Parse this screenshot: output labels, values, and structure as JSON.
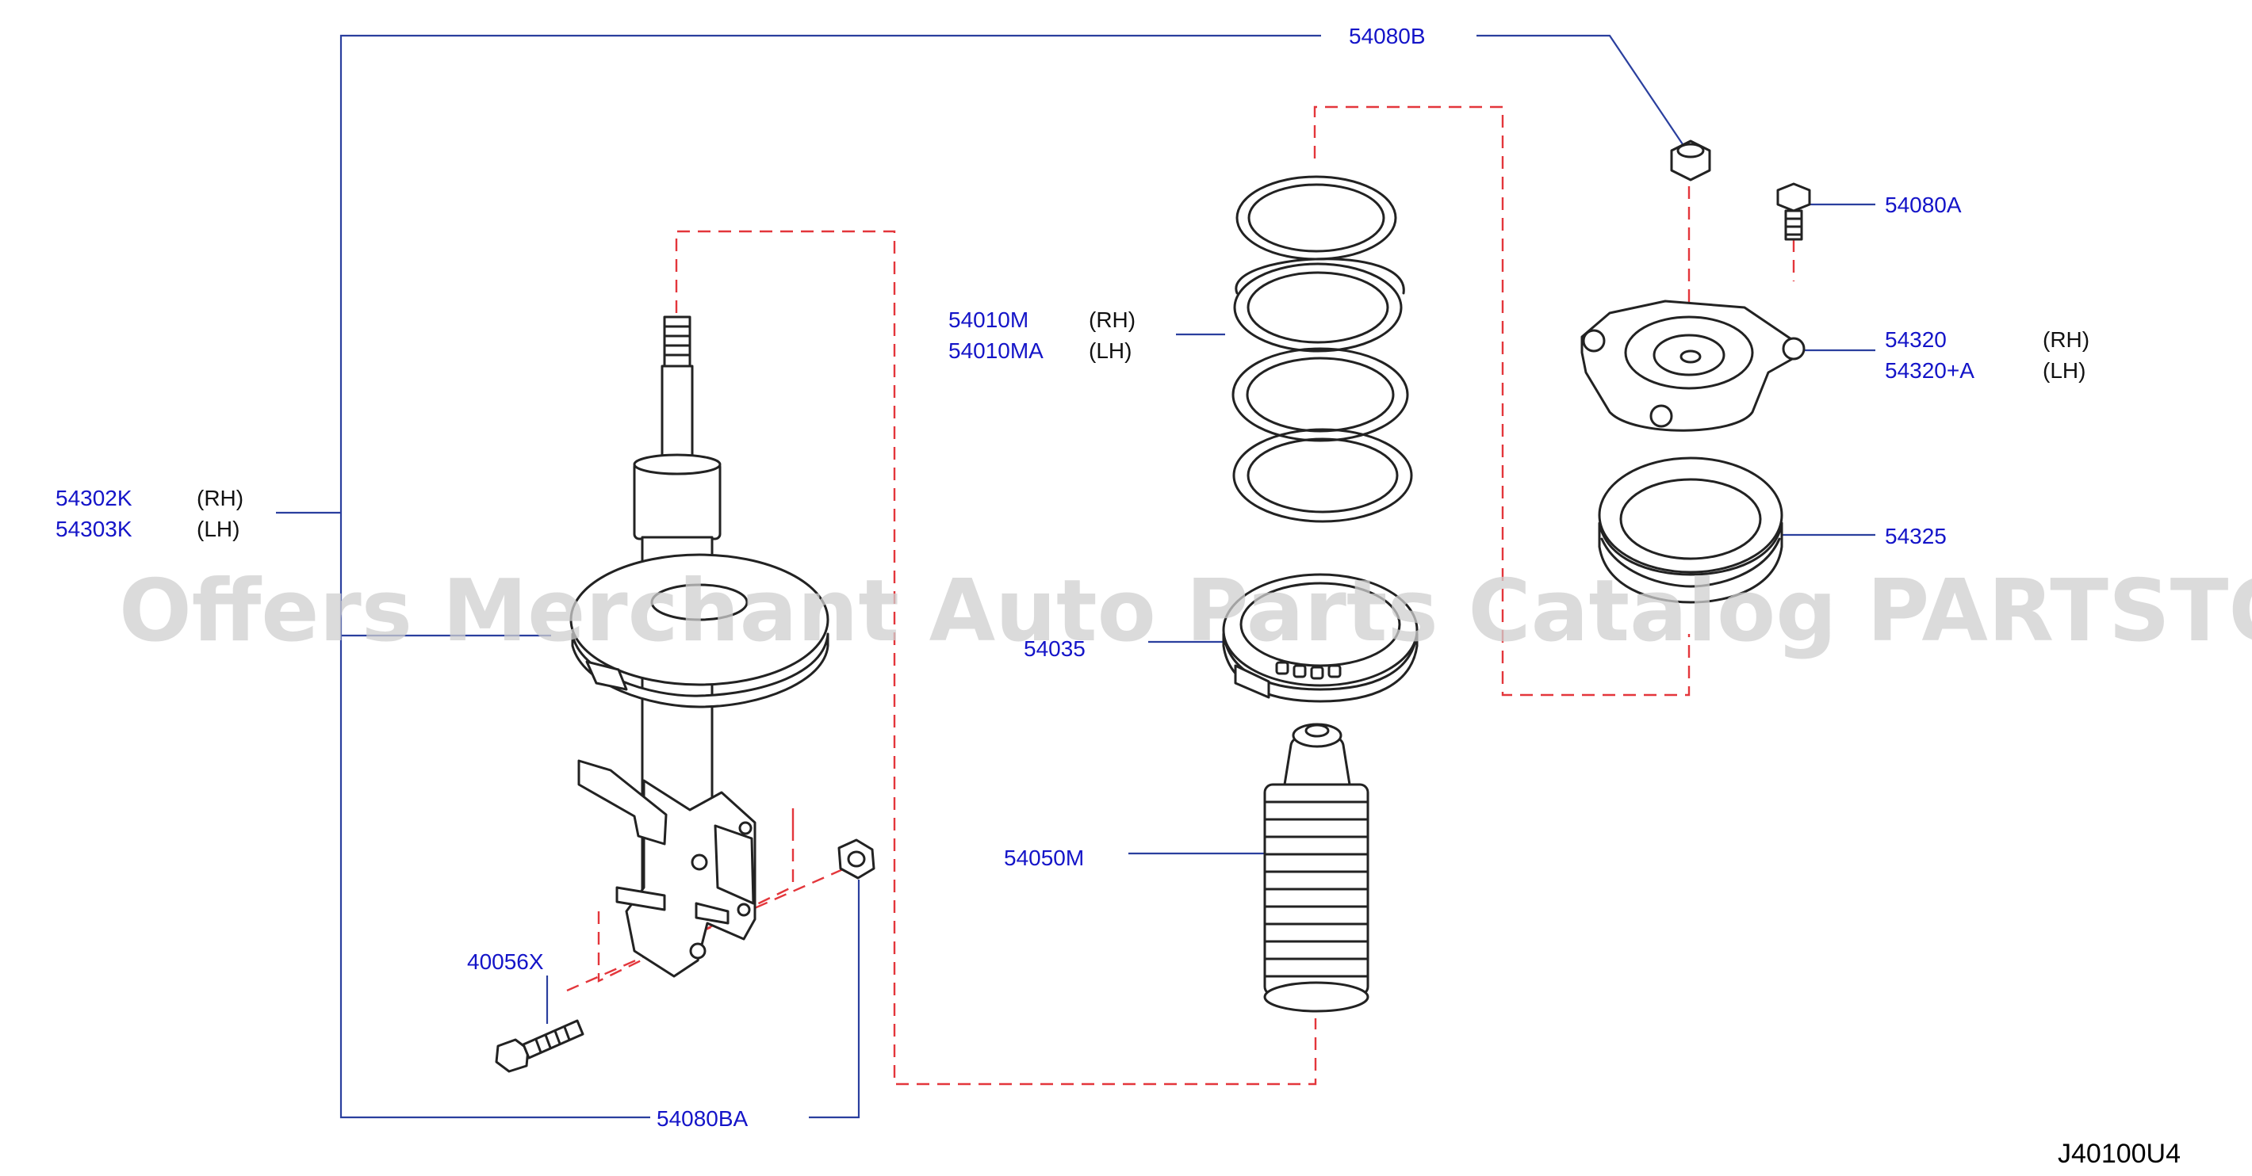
{
  "watermark": "Offers Merchant Auto Parts Catalog PARTSTORE.SA",
  "diagram_code": "J40100U4",
  "callouts": {
    "strut_bolt_nut_top": "54080B",
    "mount_bolt": "54080A",
    "coil_spring_rh": "54010M",
    "coil_spring_lh": "54010MA",
    "strut_mount_rh": "54320",
    "strut_mount_lh": "54320+A",
    "bearing": "54325",
    "strut_rh": "54302K",
    "strut_lh": "54303K",
    "spring_seat": "54035",
    "bound_bumper": "54050M",
    "knuckle_bolt": "40056X",
    "knuckle_nut": "54080BA"
  },
  "sides": {
    "rh": "(RH)",
    "lh": "(LH)"
  }
}
